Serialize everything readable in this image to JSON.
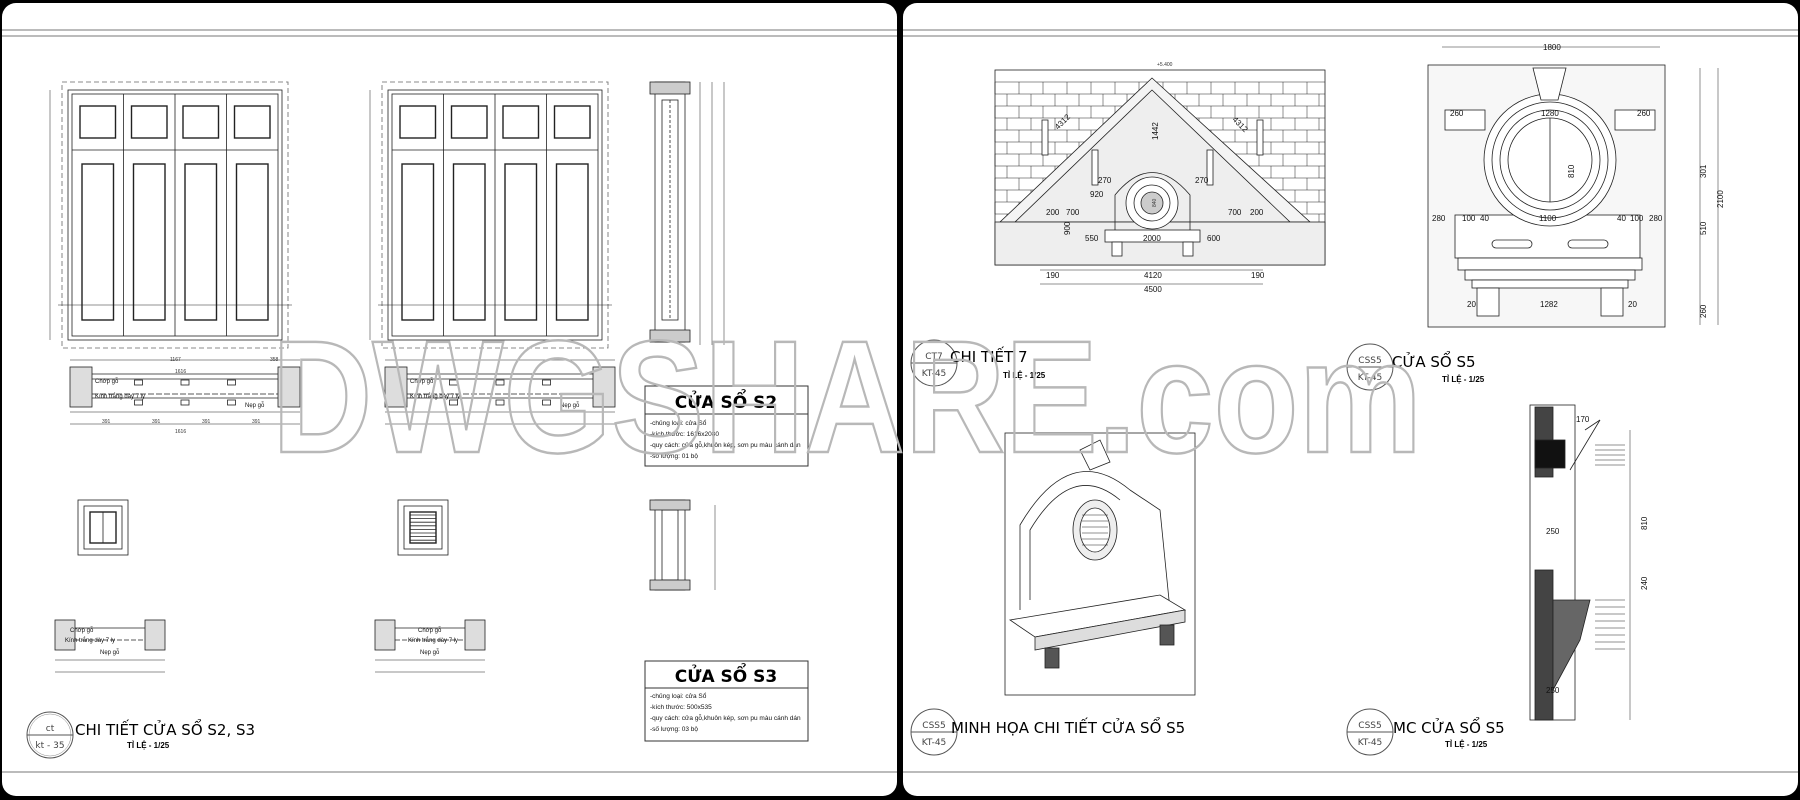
{
  "watermark": "DWGSHARE.com",
  "left_sheet": {
    "title": {
      "tag_top": "ct",
      "tag_bottom": "kt - 35",
      "name": "CHI TIẾT CỬA SỔ S2, S3",
      "scale": "TỈ LỆ - 1/25"
    },
    "plan_labels": {
      "shutter": "Chớp gỗ",
      "glass": "Kính trắng dày 7 ly",
      "trim": "Nẹp gỗ"
    },
    "plan_dims": [
      "1167",
      "358",
      "1616",
      "1616",
      "391",
      "391",
      "391",
      "391"
    ],
    "spec_s2": {
      "title": "CỬA SỔ S2",
      "lines": [
        "-chủng loại: cửa Sổ",
        "-kích thước: 1616x2080",
        "-quy cách: cửa gỗ,khuôn kép, sơn pu màu cánh dán",
        "-số lượng: 01 bộ"
      ]
    },
    "spec_s3": {
      "title": "CỬA SỔ S3",
      "lines": [
        "-chủng loại: cửa Sổ",
        "-kích thước: 500x535",
        "-quy cách: cửa gỗ,khuôn kép, sơn pu màu cánh dán",
        "-số lượng: 03 bộ"
      ]
    }
  },
  "right_sheet": {
    "ct7": {
      "tag_top": "CT7",
      "tag_bottom": "KT-45",
      "name": "CHI TIẾT 7",
      "scale": "TỈ LỆ - 1/25",
      "dims": [
        "+5.400",
        "4312",
        "4312",
        "1442",
        "270",
        "270",
        "920",
        "840",
        "200",
        "700",
        "700",
        "200",
        "900",
        "550",
        "2000",
        "600",
        "190",
        "4120",
        "190",
        "4500"
      ]
    },
    "s5": {
      "tag_top": "CSS5",
      "tag_bottom": "KT-45",
      "name": "CỬA SỔ S5",
      "scale": "TỈ LỆ - 1/25",
      "dims": [
        "1800",
        "260",
        "1280",
        "260",
        "810",
        "2100",
        "301",
        "510",
        "280",
        "100",
        "40",
        "1100",
        "40",
        "100",
        "280",
        "1282",
        "20",
        "20",
        "260"
      ]
    },
    "illustration": {
      "tag_top": "CSS5",
      "tag_bottom": "KT-45",
      "name": "MINH HỌA CHI TIẾT CỬA SỔ S5"
    },
    "section": {
      "tag_top": "CSS5",
      "tag_bottom": "KT-45",
      "name": "MC CỬA SỔ S5",
      "scale": "TỈ LỆ - 1/25",
      "dims": [
        "170",
        "810",
        "240",
        "250",
        "250"
      ]
    }
  }
}
